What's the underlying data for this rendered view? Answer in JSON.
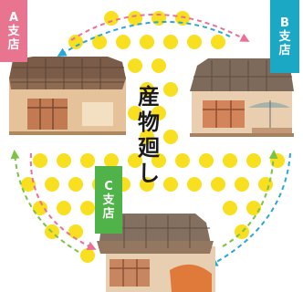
{
  "diagram": {
    "center_label": [
      "産",
      "物",
      "廻",
      "し"
    ],
    "branches": [
      {
        "id": "a",
        "letter": "A",
        "label": [
          "支",
          "店"
        ],
        "color": "#e8748f"
      },
      {
        "id": "b",
        "letter": "B",
        "label": [
          "支",
          "店"
        ],
        "color": "#1aa8c4"
      },
      {
        "id": "c",
        "letter": "C",
        "label": [
          "支",
          "店"
        ],
        "color": "#4fb34a"
      }
    ],
    "arrow_colors": {
      "pink": "#ea7095",
      "blue": "#2aa7d6",
      "green": "#7cc243"
    },
    "dot_color": "#f8e020"
  }
}
